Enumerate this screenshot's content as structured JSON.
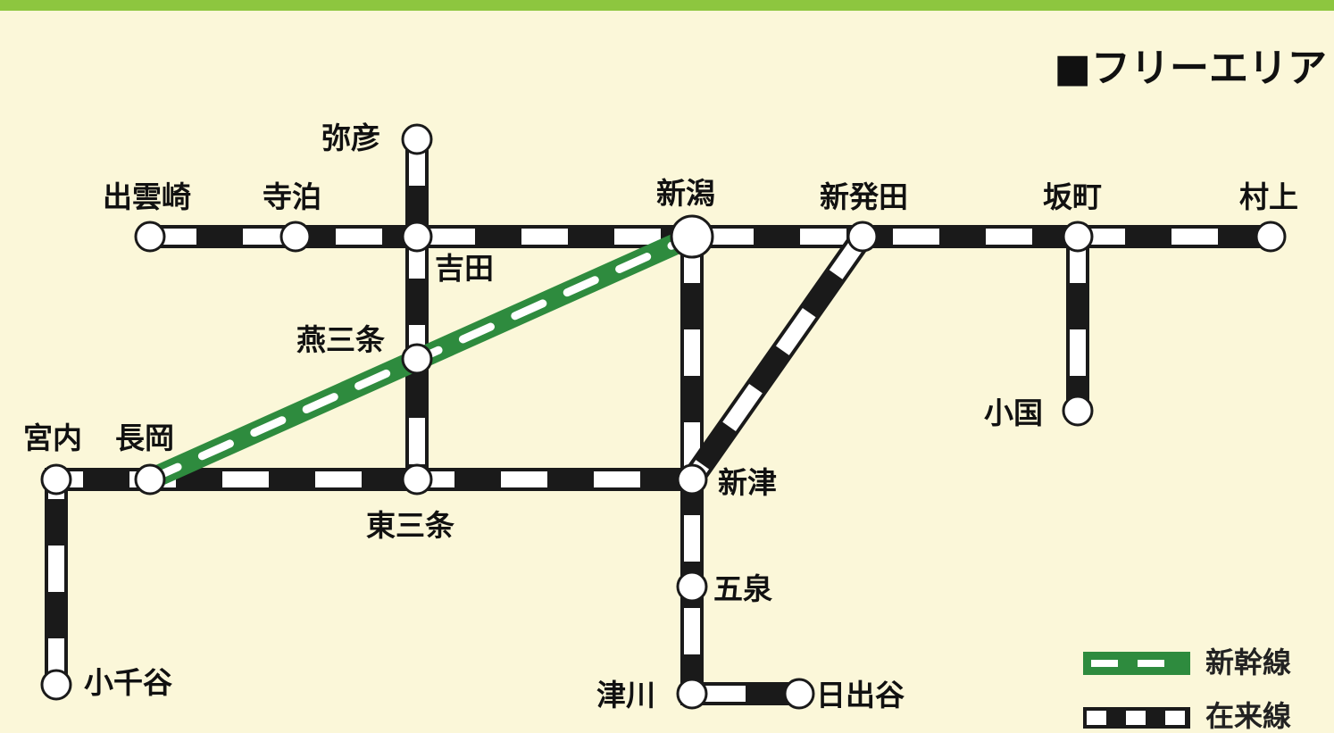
{
  "title": "■フリーエリア",
  "legend": {
    "shinkansen": "新幹線",
    "local": "在来線"
  },
  "colors": {
    "background": "#fbf7d9",
    "header_rule": "#8dc63f",
    "shinkansen": "#2e8b3e",
    "local": "#1a1a1a"
  },
  "stations": {
    "yahiko": "弥彦",
    "izumozaki": "出雲崎",
    "teradomari": "寺泊",
    "yoshida": "吉田",
    "niigata": "新潟",
    "shibata": "新発田",
    "sakamachi": "坂町",
    "murakami": "村上",
    "tsubamesanjo": "燕三条",
    "oguni": "小国",
    "miyauchi": "宮内",
    "nagaoka": "長岡",
    "higashisanjo": "東三条",
    "niitsu": "新津",
    "gosen": "五泉",
    "ojiya": "小千谷",
    "tsugawa": "津川",
    "hidedani": "日出谷"
  }
}
